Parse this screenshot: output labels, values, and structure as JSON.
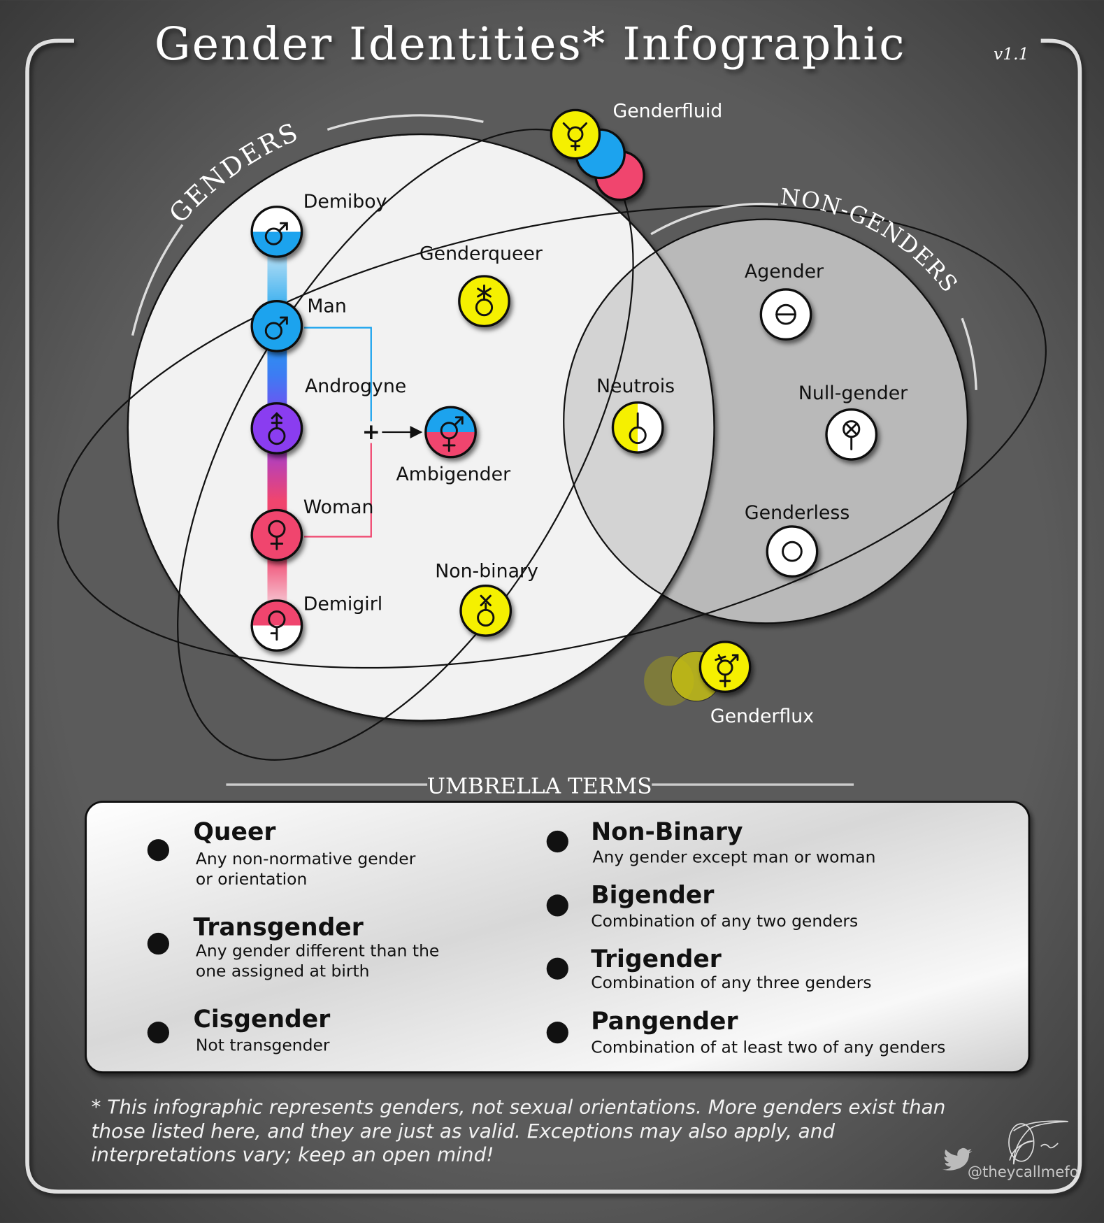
{
  "title": {
    "main": "Gender Identities* Infographic",
    "version": "v1.1"
  },
  "groups": {
    "genders": "GENDERS",
    "non_genders": "NON-GENDERS"
  },
  "identities": {
    "demiboy": {
      "label": "Demiboy",
      "icon": "demiboy-symbol"
    },
    "man": {
      "label": "Man",
      "icon": "male-symbol"
    },
    "androgyne": {
      "label": "Androgyne",
      "icon": "androgyne-symbol"
    },
    "woman": {
      "label": "Woman",
      "icon": "female-symbol"
    },
    "demigirl": {
      "label": "Demigirl",
      "icon": "demigirl-symbol"
    },
    "genderqueer": {
      "label": "Genderqueer",
      "icon": "genderqueer-symbol"
    },
    "ambigender": {
      "label": "Ambigender",
      "icon": "ambigender-symbol"
    },
    "non_binary": {
      "label": "Non-binary",
      "icon": "non-binary-symbol"
    },
    "genderfluid": {
      "label": "Genderfluid",
      "icon": "genderfluid-symbol"
    },
    "neutrois": {
      "label": "Neutrois",
      "icon": "neutrois-symbol"
    },
    "agender": {
      "label": "Agender",
      "icon": "agender-symbol"
    },
    "null_gender": {
      "label": "Null-gender",
      "icon": "null-gender-symbol"
    },
    "genderless": {
      "label": "Genderless",
      "icon": "genderless-symbol"
    },
    "genderflux": {
      "label": "Genderflux",
      "icon": "genderflux-symbol"
    }
  },
  "colors": {
    "blue": "#1aa3ee",
    "pink": "#f0456e",
    "purple": "#8a3cf0",
    "yellow": "#f5f000",
    "background": "#5a5a5a"
  },
  "umbrella": {
    "heading": "UMBRELLA TERMS",
    "left": [
      {
        "term": "Queer",
        "desc": [
          "Any non-normative gender",
          "or orientation"
        ]
      },
      {
        "term": "Transgender",
        "desc": [
          "Any gender different than the",
          "one assigned at birth"
        ]
      },
      {
        "term": "Cisgender",
        "desc": [
          "Not transgender"
        ]
      }
    ],
    "right": [
      {
        "term": "Non-Binary",
        "desc": [
          "Any gender except man or woman"
        ]
      },
      {
        "term": "Bigender",
        "desc": [
          "Combination of any two genders"
        ]
      },
      {
        "term": "Trigender",
        "desc": [
          "Combination of any three genders"
        ]
      },
      {
        "term": "Pangender",
        "desc": [
          "Combination of at least two of any genders"
        ]
      }
    ]
  },
  "footnote": [
    "* This infographic represents genders, not sexual orientations. More genders exist than",
    "those listed here, and they are just as valid. Exceptions may also apply, and",
    "interpretations vary; keep an open mind!"
  ],
  "credit": {
    "handle": "@theycallmefo",
    "signature": "Fo"
  }
}
